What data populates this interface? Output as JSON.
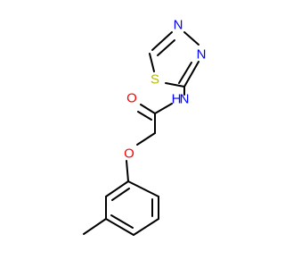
{
  "molecule": {
    "atoms": {
      "n1": {
        "symbol": "N",
        "color": "#0000FF"
      },
      "n2": {
        "symbol": "N",
        "color": "#0000FF"
      },
      "s": {
        "symbol": "S",
        "color": "#B8B800"
      },
      "nh_n": {
        "symbol": "N",
        "color": "#0000FF"
      },
      "nh_h": {
        "symbol": "H",
        "color": "#0000FF"
      },
      "o_carbonyl": {
        "symbol": "O",
        "color": "#FF0000"
      },
      "o_ether": {
        "symbol": "O",
        "color": "#FF0000"
      }
    },
    "bond_color": "#000000"
  }
}
